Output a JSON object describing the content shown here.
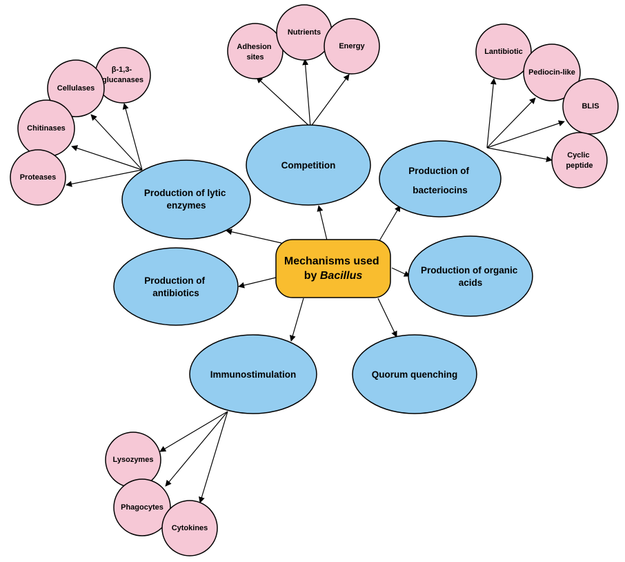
{
  "center": {
    "line1": "Mechanisms used",
    "line2_prefix": "by ",
    "line2_italic": "Bacillus"
  },
  "mechanisms": {
    "competition": {
      "lines": [
        "Competition"
      ]
    },
    "bacteriocins": {
      "lines": [
        "Production of",
        "bacteriocins"
      ]
    },
    "lytic": {
      "lines": [
        "Production of lytic",
        "enzymes"
      ]
    },
    "antibiotics": {
      "lines": [
        "Production of",
        "antibiotics"
      ]
    },
    "organic": {
      "lines": [
        "Production of organic",
        "acids"
      ]
    },
    "immuno": {
      "lines": [
        "Immunostimulation"
      ]
    },
    "quorum": {
      "lines": [
        "Quorum quenching"
      ]
    }
  },
  "subitems": {
    "adhesion": {
      "lines": [
        "Adhesion",
        "sites"
      ]
    },
    "nutrients": {
      "lines": [
        "Nutrients"
      ]
    },
    "energy": {
      "lines": [
        "Energy"
      ]
    },
    "lantibiotic": {
      "lines": [
        "Lantibiotic"
      ]
    },
    "pediocin": {
      "lines": [
        "Pediocin-like"
      ]
    },
    "blis": {
      "lines": [
        "BLIS"
      ]
    },
    "cyclic": {
      "lines": [
        "Cyclic",
        "peptide"
      ]
    },
    "glucanases": {
      "lines": [
        "β-1,3-",
        "glucanases"
      ]
    },
    "cellulases": {
      "lines": [
        "Cellulases"
      ]
    },
    "chitinases": {
      "lines": [
        "Chitinases"
      ]
    },
    "proteases": {
      "lines": [
        "Proteases"
      ]
    },
    "lysozymes": {
      "lines": [
        "Lysozymes"
      ]
    },
    "phagocytes": {
      "lines": [
        "Phagocytes"
      ]
    },
    "cytokines": {
      "lines": [
        "Cytokines"
      ]
    }
  },
  "colors": {
    "center_fill": "#f9bd2f",
    "mechanism_fill": "#94cdf0",
    "subitem_fill": "#f6c8d6"
  }
}
